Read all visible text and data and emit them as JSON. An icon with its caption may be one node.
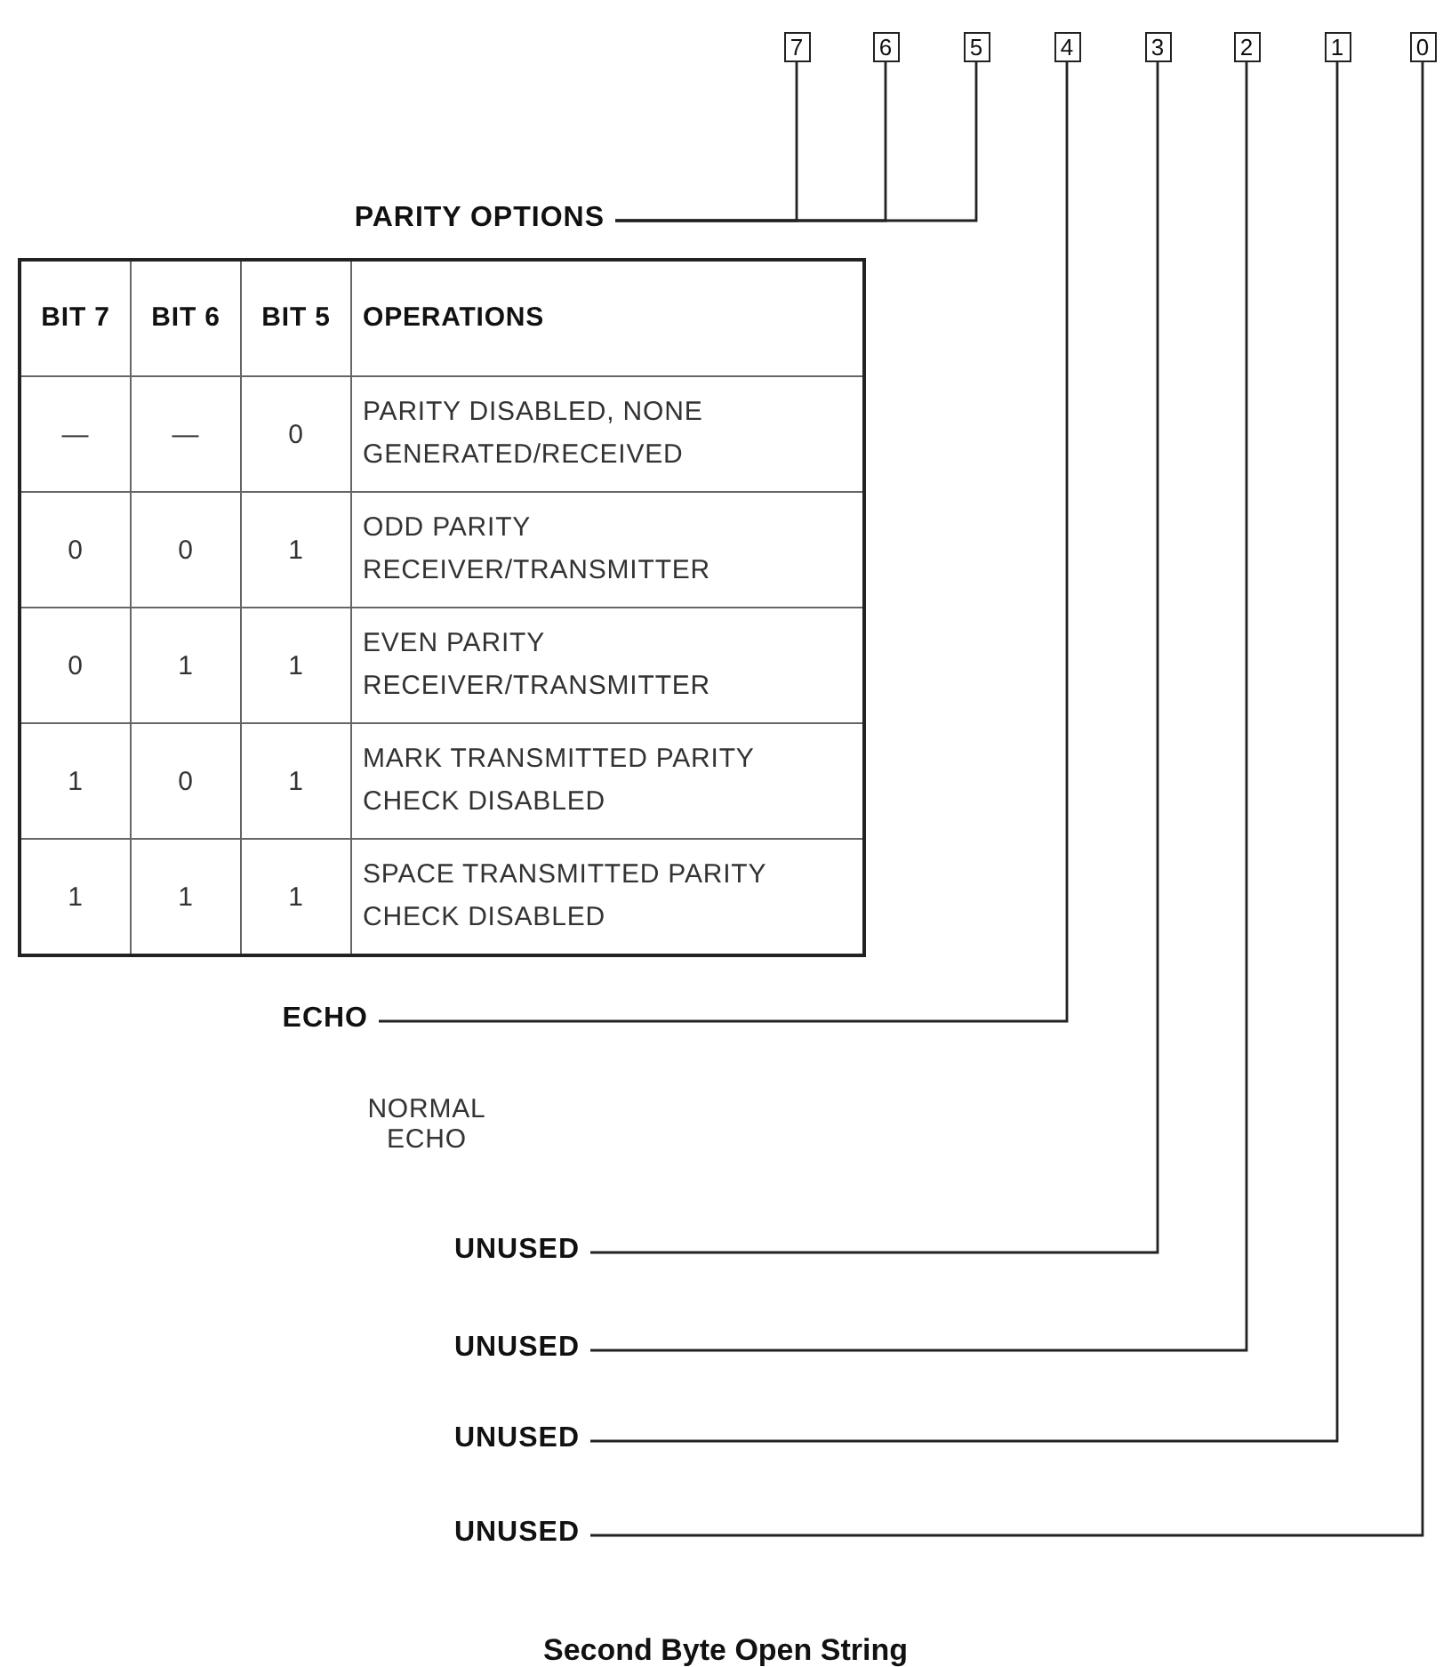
{
  "diagram": {
    "caption": "Second Byte Open String",
    "nodes": [
      {
        "text": [
          "7"
        ]
      },
      {
        "text": [
          "6"
        ]
      },
      {
        "text": [
          "5"
        ]
      },
      {
        "text": [
          "4"
        ]
      },
      {
        "text": [
          "3"
        ]
      },
      {
        "text": [
          "2"
        ]
      },
      {
        "text": [
          "1"
        ]
      },
      {
        "text": [
          "0"
        ]
      },
      {
        "text": [
          "PARITY OPTIONS"
        ]
      },
      {
        "text": [
          "ECHO"
        ]
      },
      {
        "text": [
          "UNUSED"
        ]
      },
      {
        "text": [
          "UNUSED"
        ]
      },
      {
        "text": [
          "UNUSED"
        ]
      },
      {
        "text": [
          "UNUSED"
        ]
      }
    ],
    "edges": [
      {
        "from": 0,
        "to": 8,
        "arrow": "none"
      },
      {
        "from": 1,
        "to": 8,
        "arrow": "none"
      },
      {
        "from": 2,
        "to": 8,
        "arrow": "none"
      },
      {
        "from": 3,
        "to": 9,
        "arrow": "none"
      },
      {
        "from": 4,
        "to": 10,
        "arrow": "none"
      },
      {
        "from": 5,
        "to": 11,
        "arrow": "none"
      },
      {
        "from": 6,
        "to": 12,
        "arrow": "none"
      },
      {
        "from": 7,
        "to": 13,
        "arrow": "none"
      }
    ],
    "labels": [
      "BIT 7",
      "BIT 6",
      "BIT 5",
      "OPERATIONS",
      "—",
      "—",
      "0",
      "PARITY DISABLED, NONE GENERATED/RECEIVED",
      "0",
      "0",
      "1",
      "ODD PARITY RECEIVER/TRANSMITTER",
      "0",
      "1",
      "1",
      "EVEN PARITY RECEIVER/TRANSMITTER",
      "1",
      "0",
      "1",
      "MARK TRANSMITTED PARITY CHECK DISABLED",
      "1",
      "1",
      "1",
      "SPACE TRANSMITTED PARITY CHECK DISABLED",
      "NORMAL ECHO"
    ]
  }
}
